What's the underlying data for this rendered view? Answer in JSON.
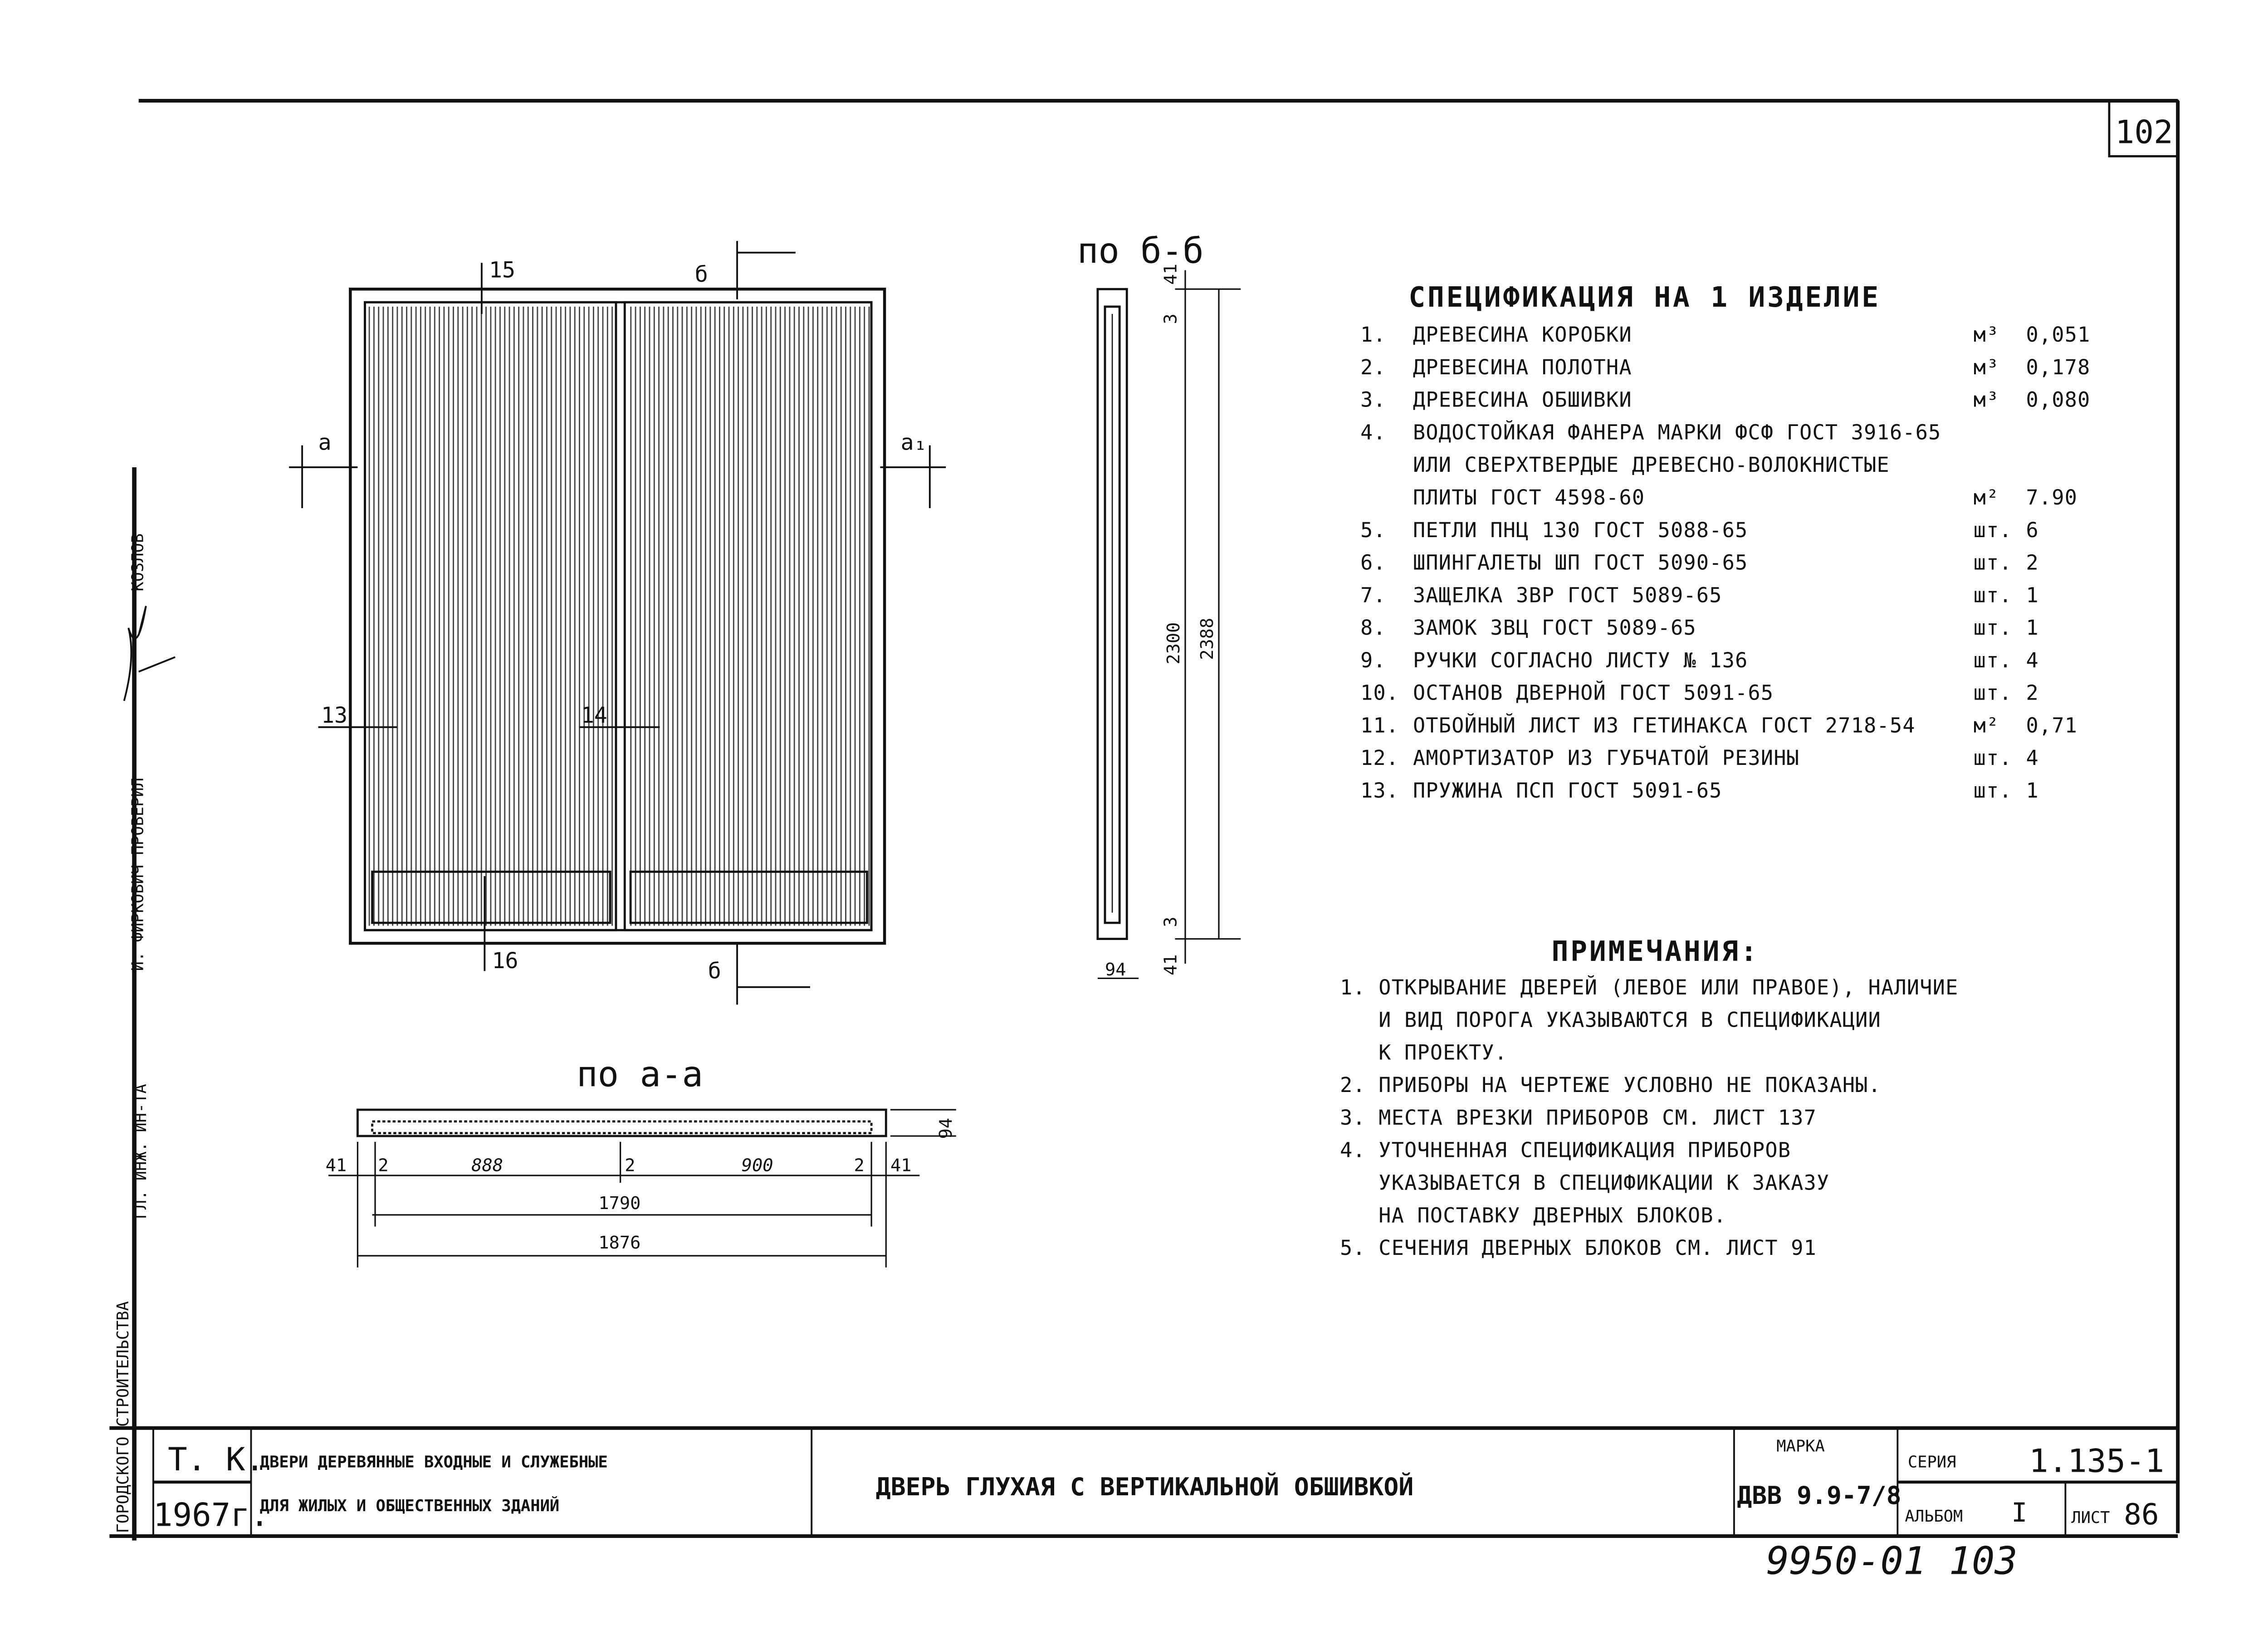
{
  "sheet_number": "102",
  "elevation": {
    "callouts": {
      "c15": "15",
      "c13": "13",
      "c14": "14",
      "c16": "16"
    },
    "section_marks": {
      "b_top": "б",
      "b_bottom": "б",
      "a_left": "а",
      "a_right": "а₁"
    }
  },
  "section_bb": {
    "title": "по б-б",
    "dims": {
      "top_41": "41",
      "top_3": "3",
      "inner_2300": "2300",
      "overall_2388": "2388",
      "bottom_3": "3",
      "bottom_41": "41",
      "width_94": "94"
    }
  },
  "section_aa": {
    "title": "по а-а",
    "dims": {
      "left_41": "41",
      "left_2": "2",
      "leaf_888": "888",
      "mid_2": "2",
      "leaf_900": "900",
      "right_2": "2",
      "right_41": "41",
      "inner_1790": "1790",
      "overall_1876": "1876",
      "thickness_94": "94"
    }
  },
  "specification": {
    "title": "СПЕЦИФИКАЦИЯ НА 1 ИЗДЕЛИЕ",
    "items": [
      {
        "n": "1.",
        "text": "ДРЕВЕСИНА КОРОБКИ",
        "unit": "м³",
        "qty": "0,051"
      },
      {
        "n": "2.",
        "text": "ДРЕВЕСИНА ПОЛОТНА",
        "unit": "м³",
        "qty": "0,178"
      },
      {
        "n": "3.",
        "text": "ДРЕВЕСИНА ОБШИВКИ",
        "unit": "м³",
        "qty": "0,080"
      },
      {
        "n": "4.",
        "text": "ВОДОСТОЙКАЯ ФАНЕРА МАРКИ ФСФ ГОСТ 3916-65",
        "unit": "",
        "qty": ""
      },
      {
        "n": "",
        "text": "ИЛИ СВЕРХТВЕРДЫЕ ДРЕВЕСНО-ВОЛОКНИСТЫЕ",
        "unit": "",
        "qty": ""
      },
      {
        "n": "",
        "text": "ПЛИТЫ ГОСТ 4598-60",
        "unit": "м²",
        "qty": "7.90"
      },
      {
        "n": "5.",
        "text": "ПЕТЛИ ПНЦ 130 ГОСТ 5088-65",
        "unit": "шт.",
        "qty": "6"
      },
      {
        "n": "6.",
        "text": "ШПИНГАЛЕТЫ ШП ГОСТ 5090-65",
        "unit": "шт.",
        "qty": "2"
      },
      {
        "n": "7.",
        "text": "ЗАЩЕЛКА ЗВР ГОСТ 5089-65",
        "unit": "шт.",
        "qty": "1"
      },
      {
        "n": "8.",
        "text": "ЗАМОК ЗВЦ ГОСТ 5089-65",
        "unit": "шт.",
        "qty": "1"
      },
      {
        "n": "9.",
        "text": "РУЧКИ СОГЛАСНО ЛИСТУ № 136",
        "unit": "шт.",
        "qty": "4"
      },
      {
        "n": "10.",
        "text": "ОСТАНОВ ДВЕРНОЙ ГОСТ 5091-65",
        "unit": "шт.",
        "qty": "2"
      },
      {
        "n": "11.",
        "text": "ОТБОЙНЫЙ ЛИСТ ИЗ ГЕТИНАКСА ГОСТ 2718-54",
        "unit": "м²",
        "qty": "0,71"
      },
      {
        "n": "12.",
        "text": "АМОРТИЗАТОР ИЗ ГУБЧАТОЙ РЕЗИНЫ",
        "unit": "шт.",
        "qty": "4"
      },
      {
        "n": "13.",
        "text": "ПРУЖИНА ПСП ГОСТ 5091-65",
        "unit": "шт.",
        "qty": "1"
      }
    ]
  },
  "notes": {
    "title": "ПРИМЕЧАНИЯ:",
    "lines": [
      "1. ОТКРЫВАНИЕ ДВЕРЕЙ (ЛЕВОЕ ИЛИ ПРАВОЕ), НАЛИЧИЕ",
      "   И ВИД ПОРОГА УКАЗЫВАЮТСЯ В СПЕЦИФИКАЦИИ",
      "   К ПРОЕКТУ.",
      "2. ПРИБОРЫ НА ЧЕРТЕЖЕ УСЛОВНО НЕ ПОКАЗАНЫ.",
      "3. МЕСТА ВРЕЗКИ ПРИБОРОВ СМ. ЛИСТ 137",
      "4. УТОЧНЕННАЯ СПЕЦИФИКАЦИЯ ПРИБОРОВ",
      "   УКАЗЫВАЕТСЯ В СПЕЦИФИКАЦИИ К ЗАКАЗУ",
      "   НА ПОСТАВКУ ДВЕРНЫХ БЛОКОВ.",
      "5. СЕЧЕНИЯ ДВЕРНЫХ БЛОКОВ СМ. ЛИСТ 91"
    ]
  },
  "title_block": {
    "org_top": "Т. К.",
    "org_year": "1967г.",
    "subject_line1": "ДВЕРИ ДЕРЕВЯННЫЕ ВХОДНЫЕ И СЛУЖЕБНЫЕ",
    "subject_line2": "ДЛЯ ЖИЛЫХ И ОБЩЕСТВЕННЫХ ЗДАНИЙ",
    "drawing_title": "ДВЕРЬ ГЛУХАЯ С ВЕРТИКАЛЬНОЙ ОБШИВКОЙ",
    "mark_label": "МАРКА",
    "mark_value": "ДВВ 9.9-7/8",
    "series_label": "СЕРИЯ",
    "series_value": "1.135-1",
    "album_label": "АЛЬБОМ",
    "album_value": "I",
    "sheet_label": "ЛИСТ",
    "sheet_value": "86"
  },
  "side_strip": {
    "org": "ГОРОДСКОГО СТРОИТЕЛЬСТВА",
    "role1": "ГЛ. ИНЖ. ИН-ТА",
    "role2": "И. ФИРКОВИЧ ПРОВЕРИЛ",
    "role3": "КОЗЛОВ"
  },
  "archive_number": "9950-01 103"
}
